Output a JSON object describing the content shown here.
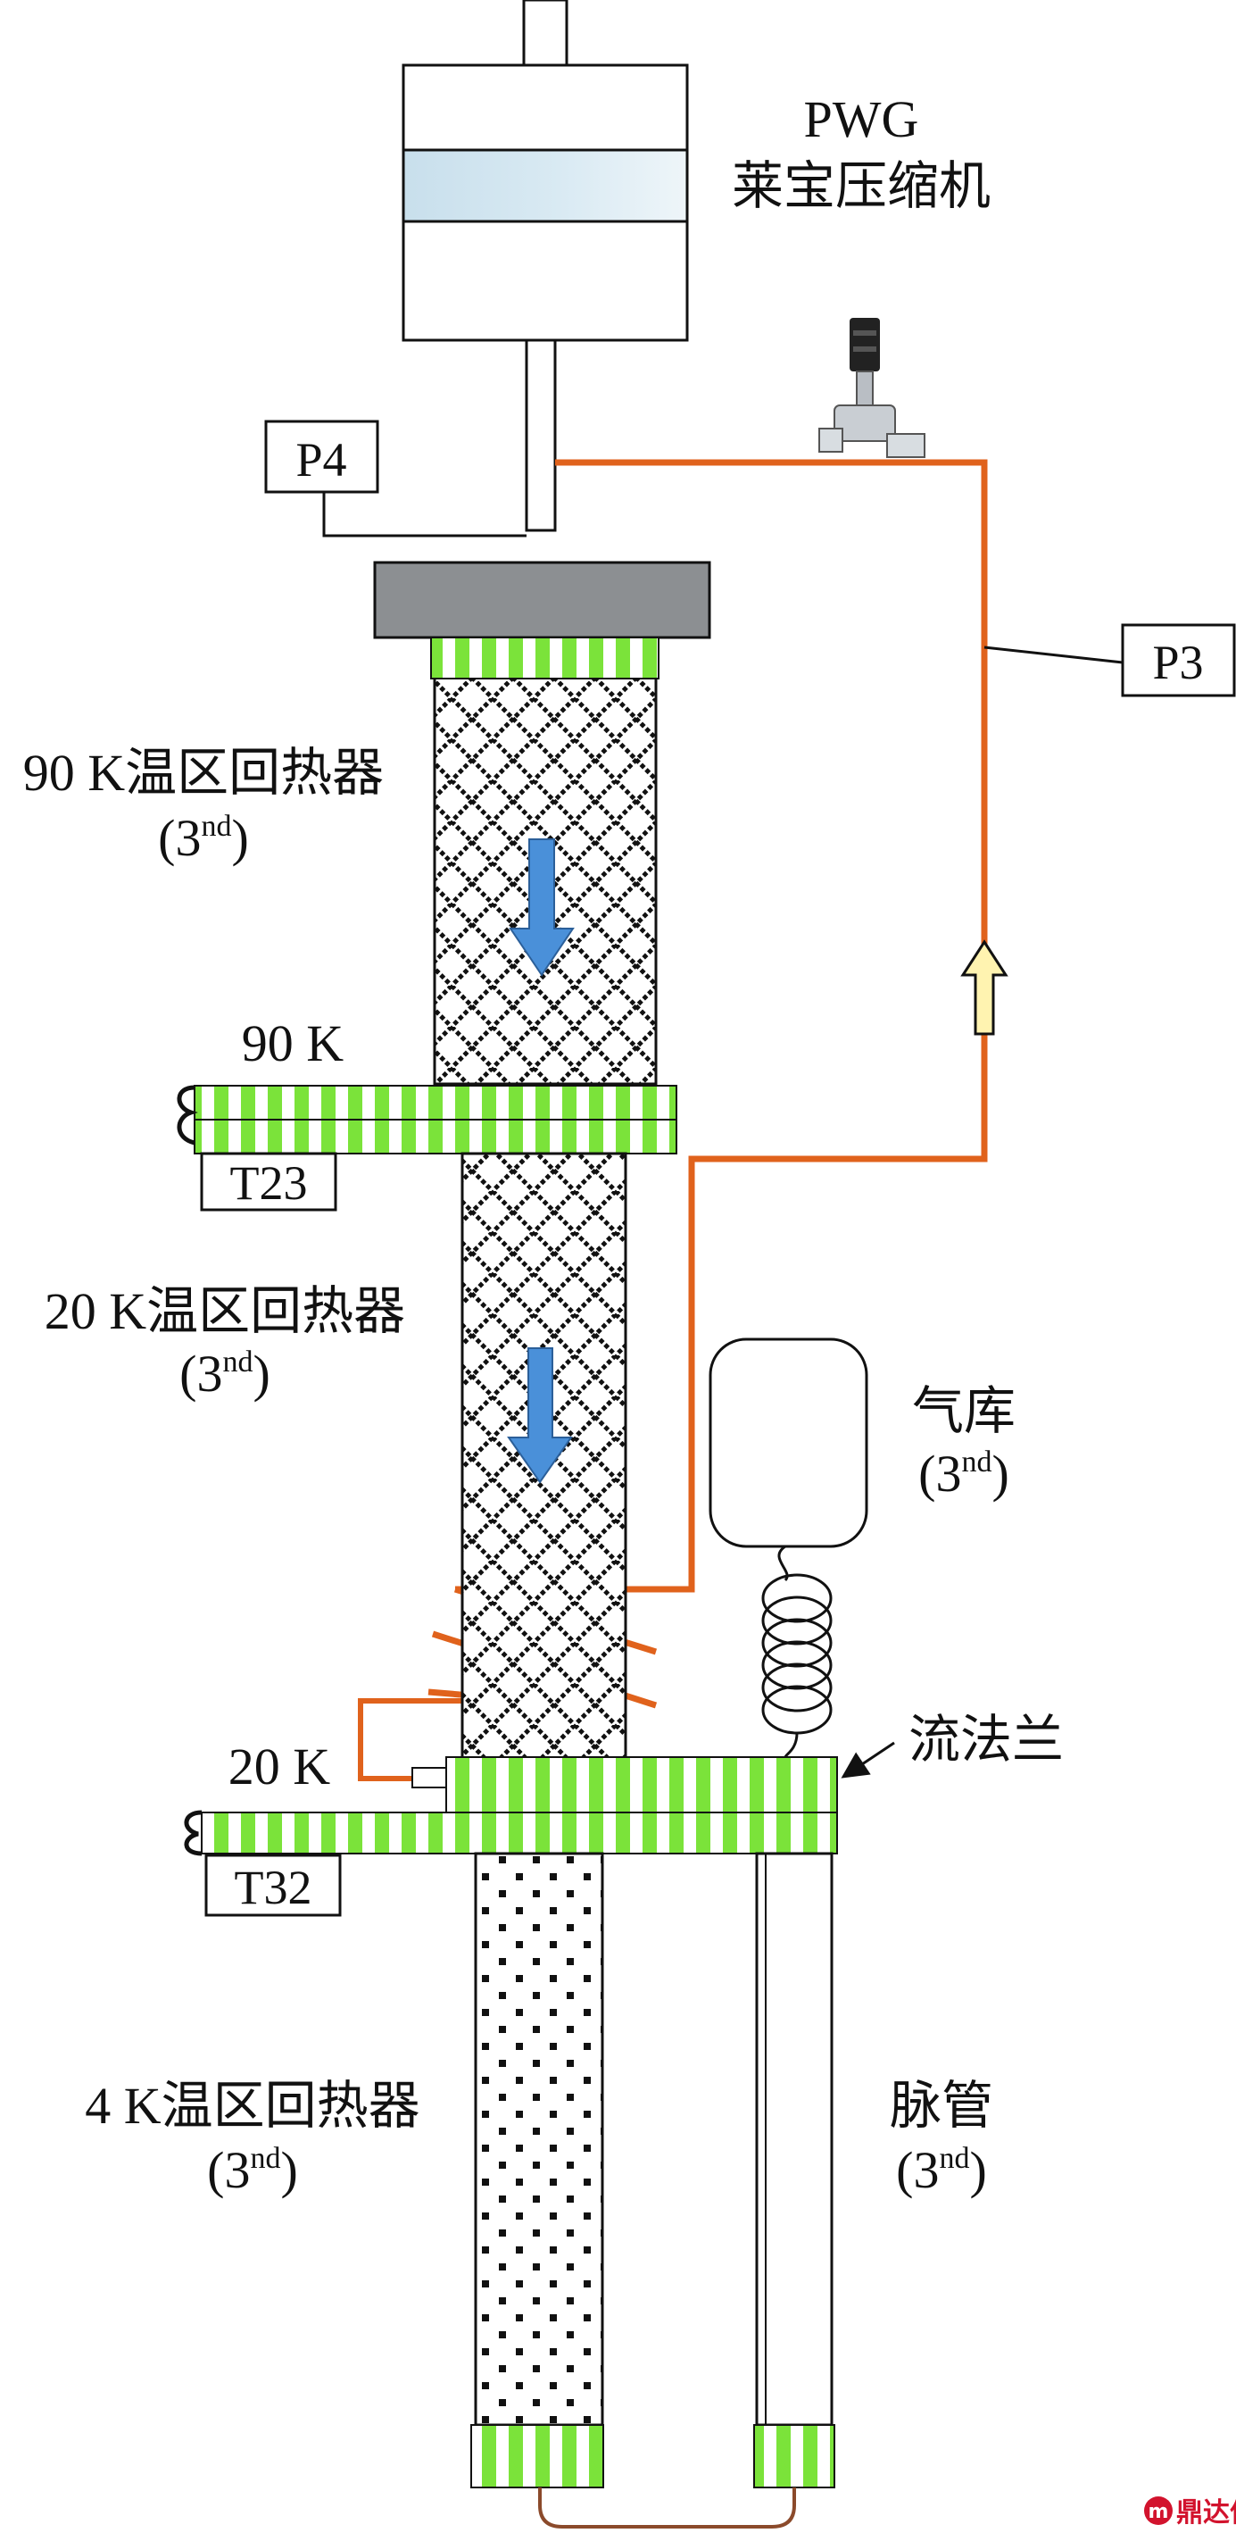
{
  "compressor": {
    "line1": "PWG",
    "line2": "莱宝压缩机"
  },
  "sensors": {
    "p4": "P4",
    "p3": "P3",
    "t23": "T23",
    "t32": "T32"
  },
  "regenerators": {
    "r90": {
      "line1": "90 K温区回热器",
      "line2_base": "(3",
      "line2_sup": "nd",
      "line2_end": ")"
    },
    "r20": {
      "line1": "20 K温区回热器",
      "line2_base": "(3",
      "line2_sup": "nd",
      "line2_end": ")"
    },
    "r4": {
      "line1": "4 K温区回热器",
      "line2_base": "(3",
      "line2_sup": "nd",
      "line2_end": ")"
    }
  },
  "temps": {
    "t90": "90 K",
    "t20": "20 K"
  },
  "reservoir": {
    "line1": "气库",
    "line2_base": "(3",
    "line2_sup": "nd",
    "line2_end": ")"
  },
  "flange": {
    "label": "流法兰"
  },
  "pulse_tube": {
    "line1": "脉管",
    "line2_base": "(3",
    "line2_sup": "nd",
    "line2_end": ")"
  },
  "watermark": {
    "badge": "m",
    "text": "鼎达信"
  },
  "colors": {
    "pipe_orange": "#e0621c",
    "stripe_green": "#7be33a",
    "flow_arrow_blue": "#4a90d9",
    "return_arrow_yellow": "#fff3b0",
    "piston_blue": "#cfe3ef",
    "block_gray": "#8c8f92"
  }
}
